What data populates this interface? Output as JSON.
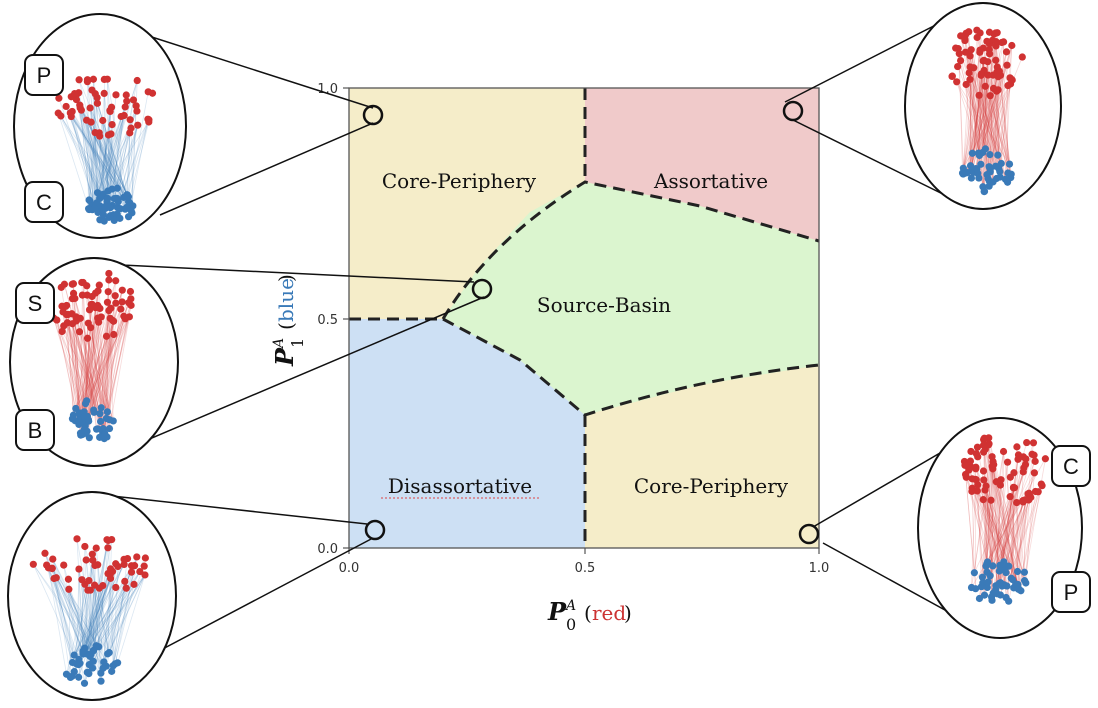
{
  "regions": {
    "core_periphery_top": "Core-Periphery",
    "assortative": "Assortative",
    "source_basin": "Source-Basin",
    "disassortative": "Disassortative",
    "core_periphery_bottom": "Core-Periphery"
  },
  "axes": {
    "x_ticks": [
      "0.0",
      "0.5",
      "1.0"
    ],
    "y_ticks": [
      "0.0",
      "0.5",
      "1.0"
    ],
    "x_label_main": "P",
    "x_label_sub": "0",
    "x_label_sup": "A",
    "x_label_color_word": "red",
    "y_label_main": "P",
    "y_label_sub": "1",
    "y_label_sup": "A",
    "y_label_color_word": "blue"
  },
  "badges": {
    "top_left_upper": "P",
    "top_left_lower": "C",
    "mid_left_upper": "S",
    "mid_left_lower": "B",
    "bottom_right_upper": "C",
    "bottom_right_lower": "P"
  },
  "colors": {
    "core_periphery_fill": "#f5edc9",
    "assortative_fill": "#f0caca",
    "source_basin_fill": "#dbf5cf",
    "disassortative_fill": "#cde0f4",
    "red_node": "#d03232",
    "blue_node": "#3a7ab8",
    "label_red": "#cc3333",
    "label_blue": "#3a7ab8"
  }
}
